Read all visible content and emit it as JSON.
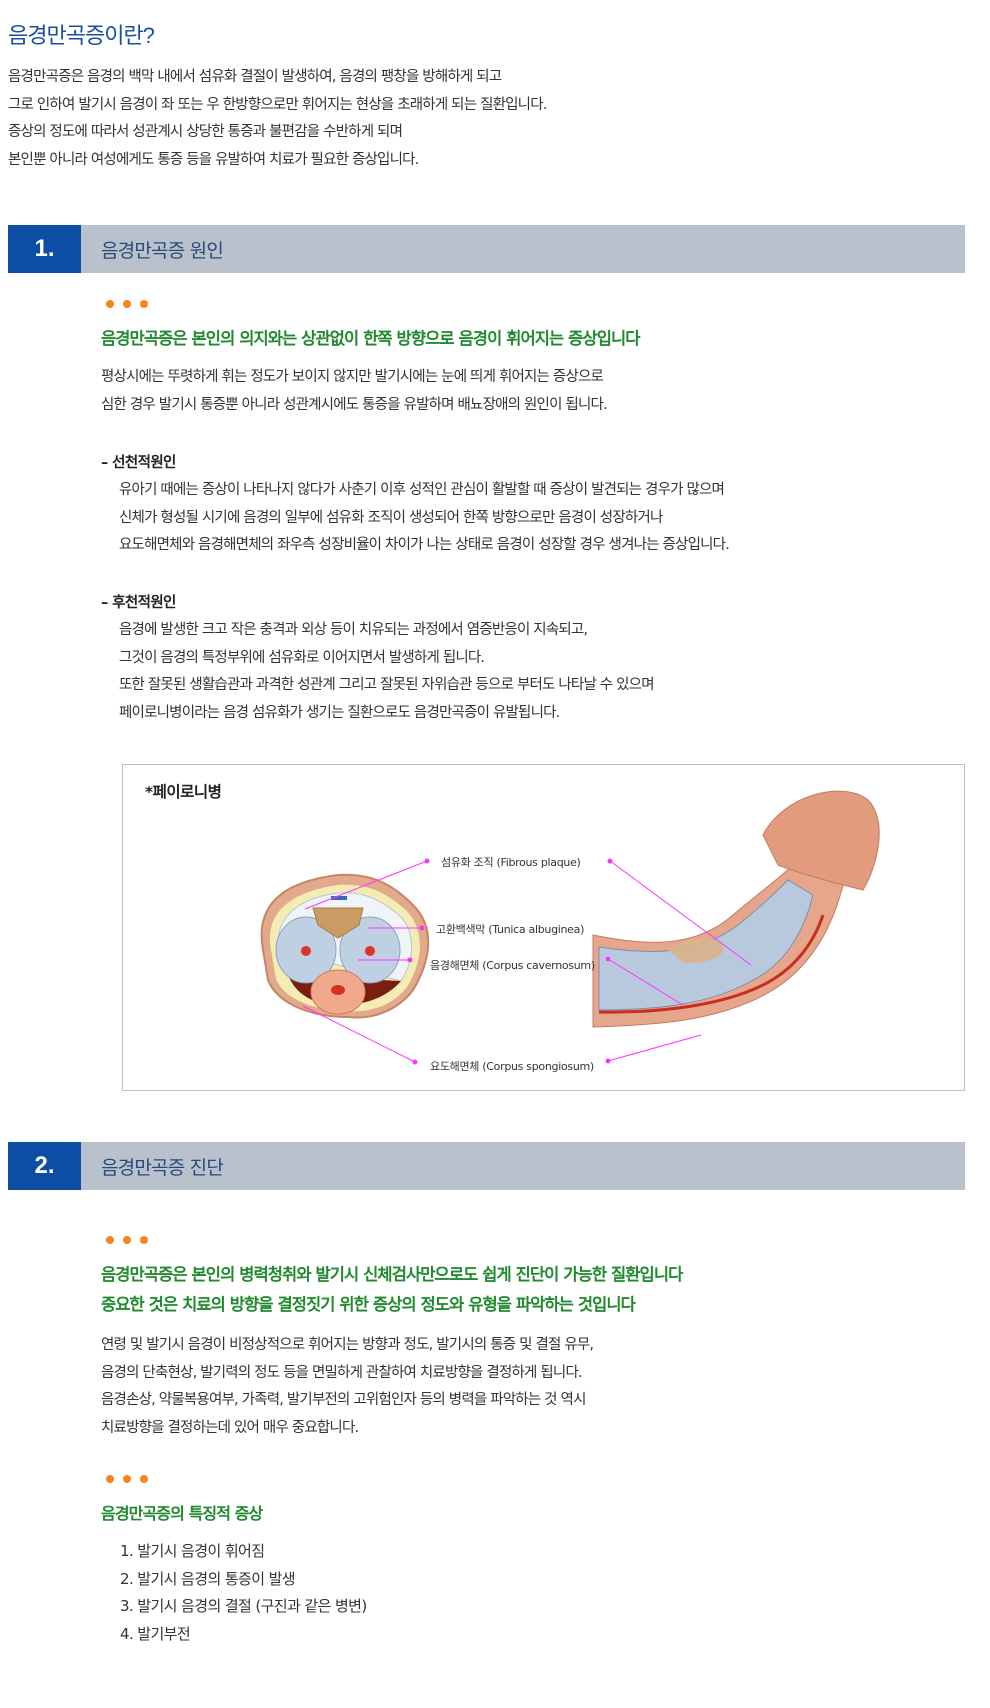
{
  "page": {
    "title": "음경만곡증이란?",
    "intro_lines": [
      "음경만곡증은 음경의 백막 내에서 섬유화 결절이 발생하여, 음경의 팽창을 방해하게 되고",
      "그로 인하여 발기시 음경이 좌 또는 우 한방향으로만 휘어지는 현상을 초래하게 되는 질환입니다.",
      "증상의 정도에 따라서 성관계시 상당한 통증과 불편감을 수반하게 되며",
      "본인뿐 아니라 여성에게도 통증 등을 유발하여 치료가 필요한 증상입니다."
    ]
  },
  "colors": {
    "title_blue": "#1a4fa0",
    "section_number_bg": "#0d4da3",
    "section_bar_bg": "#b8c1cc",
    "green_heading": "#1f8a2e",
    "orange_dot": "#f7851e",
    "callout_line": "#ff33ff"
  },
  "section1": {
    "number": "1.",
    "title": "음경만곡증 원인",
    "headline": "음경만곡증은 본인의 의지와는 상관없이 한쪽 방향으로 음경이 휘어지는 증상입니다",
    "body_lines": [
      "평상시에는 뚜렷하게 휘는 정도가 보이지 않지만 발기시에는 눈에 띄게 휘어지는 증상으로",
      "심한 경우 발기시 통증뿐 아니라 성관계시에도 통증을 유발하며 배뇨장애의 원인이 됩니다."
    ],
    "congenital": {
      "heading": "– 선천적원인",
      "lines": [
        "유아기 때에는 증상이 나타나지 않다가 사춘기 이후 성적인 관심이 활발할 때 증상이 발견되는 경우가 많으며",
        "신체가 형성될 시기에 음경의 일부에 섬유화 조직이 생성되어 한쪽 방향으로만 음경이 성장하거나",
        "요도해면체와 음경해면체의 좌우측 성장비율이 차이가 나는 상태로 음경이 성장할 경우 생겨나는 증상입니다."
      ]
    },
    "acquired": {
      "heading": "– 후천적원인",
      "lines": [
        "음경에 발생한 크고 작은 충격과 외상 등이 치유되는 과정에서 염증반응이 지속되고,",
        "그것이 음경의 특정부위에 섬유화로 이어지면서 발생하게 됩니다.",
        "또한 잘못된 생활습관과 과격한 성관계 그리고 잘못된 자위습관 등으로 부터도 나타날 수 있으며",
        "페이로니병이라는 음경 섬유화가 생기는 질환으로도 음경만곡증이 유발됩니다."
      ]
    },
    "figure": {
      "title": "*페이로니병",
      "labels": [
        "섬유화 조직 (Fibrous plaque)",
        "고환백색막 (Tunica albuginea)",
        "음경해면체 (Corpus cavernosum)",
        "요도해면체 (Corpus spongiosum)"
      ]
    }
  },
  "section2": {
    "number": "2.",
    "title": "음경만곡증 진단",
    "headlines": [
      "음경만곡증은 본인의 병력청취와 발기시 신체검사만으로도 쉽게 진단이 가능한 질환입니다",
      "중요한 것은 치료의 방향을 결정짓기 위한 증상의 정도와 유형을 파악하는 것입니다"
    ],
    "body_lines": [
      "연령 및 발기시 음경이 비정상적으로 휘어지는 방향과 정도, 발기시의 통증 및 결절 유무,",
      "음경의 단축현상, 발기력의 정도 등을 면밀하게 관찰하여 치료방향을 결정하게 됩니다.",
      "음경손상, 약물복용여부, 가족력, 발기부전의 고위험인자 등의 병력을 파악하는 것 역시",
      "치료방향을 결정하는데 있어 매우 중요합니다."
    ],
    "symptoms": {
      "heading": "음경만곡증의 특징적 증상",
      "items": [
        "1. 발기시 음경이 휘어짐",
        "2. 발기시 음경의 통증이 발생",
        "3. 발기시 음경의 결절 (구진과 같은 병변)",
        "4. 발기부전"
      ]
    }
  }
}
